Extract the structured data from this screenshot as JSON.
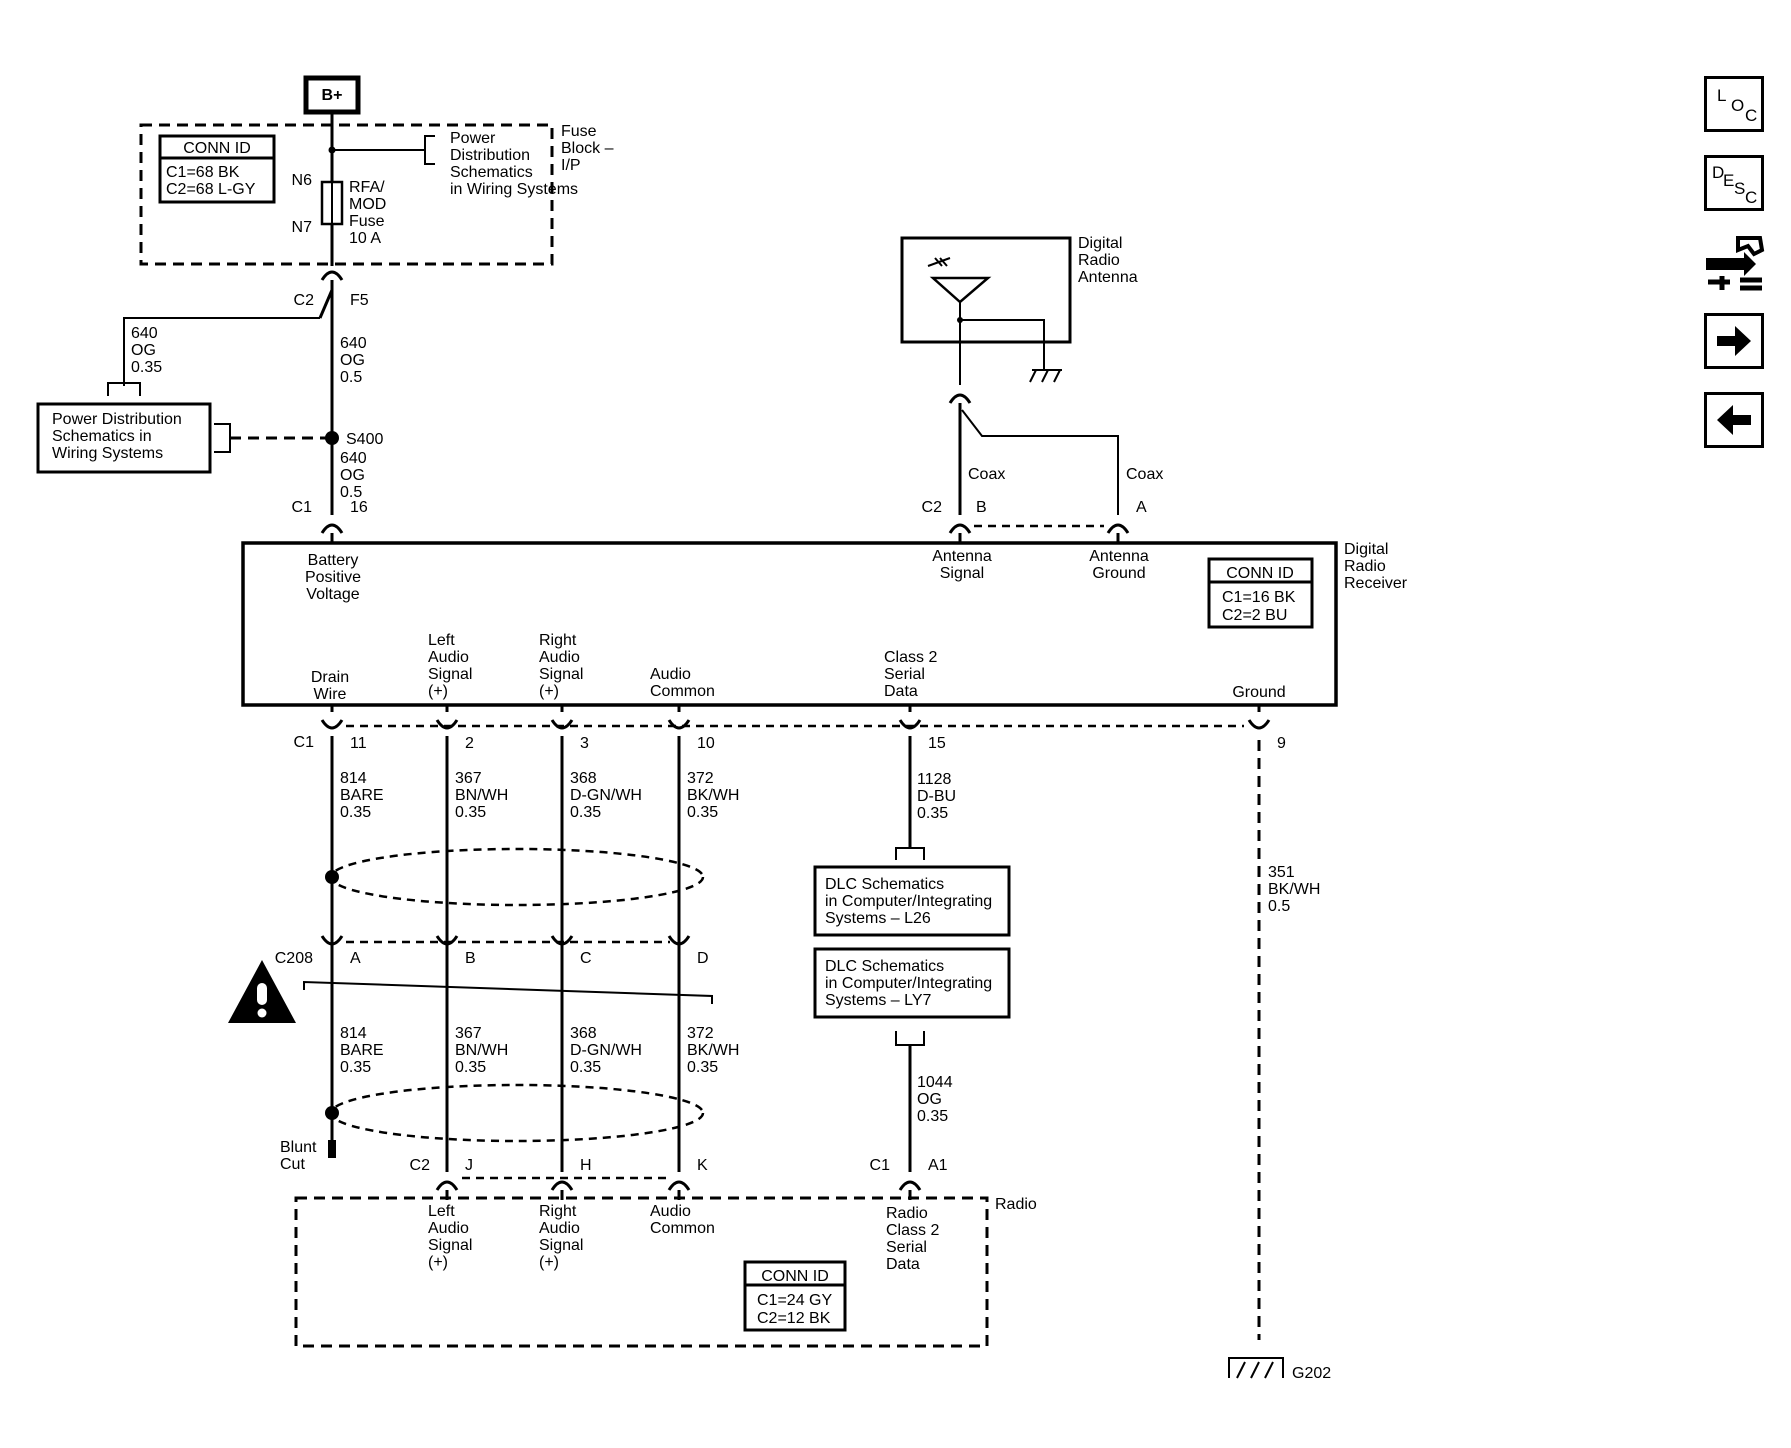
{
  "power": {
    "bplus": "B+"
  },
  "fuse_block": {
    "name": "Fuse Block – I/P",
    "conn_id": {
      "title": "CONN ID",
      "lines": [
        "C1=68 BK",
        "C2=68 L-GY"
      ]
    },
    "pins": {
      "n6": "N6",
      "n7": "N7"
    },
    "fuse": "RFA/ MOD Fuse 10 A",
    "ref": "Power Distribution Schematics in Wiring Systems",
    "out_conn": {
      "c": "C2",
      "p": "F5"
    }
  },
  "feeds": {
    "branch_wire": "640 OG 0.35",
    "branch_ref": "Power Distribution Schematics in Wiring Systems",
    "main_wire": "640 OG 0.5",
    "splice": "S400",
    "splice_wire": "640 OG 0.5",
    "in_conn": {
      "c": "C1",
      "p": "16"
    }
  },
  "antenna": {
    "name": "Digital Radio Antenna",
    "coax_b": "Coax",
    "coax_a": "Coax",
    "conn": {
      "c": "C2",
      "b": "B",
      "a": "A"
    }
  },
  "receiver": {
    "name": "Digital Radio Receiver",
    "conn_id": {
      "title": "CONN ID",
      "lines": [
        "C1=16 BK",
        "C2=2 BU"
      ]
    },
    "top_terminals": [
      "Battery Positive Voltage",
      "Antenna Signal",
      "Antenna Ground"
    ],
    "bottom_terminals": [
      "Drain Wire",
      "Left Audio Signal (+)",
      "Right Audio Signal (+)",
      "Audio Common",
      "Class 2 Serial Data",
      "Ground"
    ],
    "bottom_conn": "C1",
    "pins": [
      "11",
      "2",
      "3",
      "10",
      "15",
      "9"
    ]
  },
  "wires_upper": [
    "814 BARE 0.35",
    "367 BN/WH 0.35",
    "368 D-GN/WH 0.35",
    "372 BK/WH 0.35"
  ],
  "wires_lower": [
    "814 BARE 0.35",
    "367 BN/WH 0.35",
    "368 D-GN/WH 0.35",
    "372 BK/WH 0.35"
  ],
  "c208": {
    "name": "C208",
    "pins": [
      "A",
      "B",
      "C",
      "D"
    ]
  },
  "blunt_cut": "Blunt Cut",
  "class2": {
    "wire1": "1128 D-BU 0.35",
    "dlc1": "DLC Schematics in Computer/Integrating Systems – L26",
    "dlc2": "DLC Schematics in Computer/Integrating Systems – LY7",
    "wire2": "1044 OG 0.35",
    "conn": {
      "c": "C1",
      "p": "A1"
    }
  },
  "ground": {
    "wire": "351 BK/WH 0.5",
    "name": "G202"
  },
  "radio": {
    "name": "Radio",
    "conn_c": "C2",
    "pins": [
      "J",
      "H",
      "K"
    ],
    "terminals": [
      "Left Audio Signal (+)",
      "Right Audio Signal (+)",
      "Audio Common",
      "Radio Class 2 Serial Data"
    ],
    "conn_id": {
      "title": "CONN ID",
      "lines": [
        "C1=24 GY",
        "C2=12 BK"
      ]
    }
  },
  "nav": {
    "loc": [
      "L",
      "O",
      "C"
    ],
    "desc": [
      "D",
      "E",
      "S",
      "C"
    ],
    "diag_icon": "diagnostic-tool-icon",
    "next_icon": "arrow-right-icon",
    "prev_icon": "arrow-left-icon"
  }
}
